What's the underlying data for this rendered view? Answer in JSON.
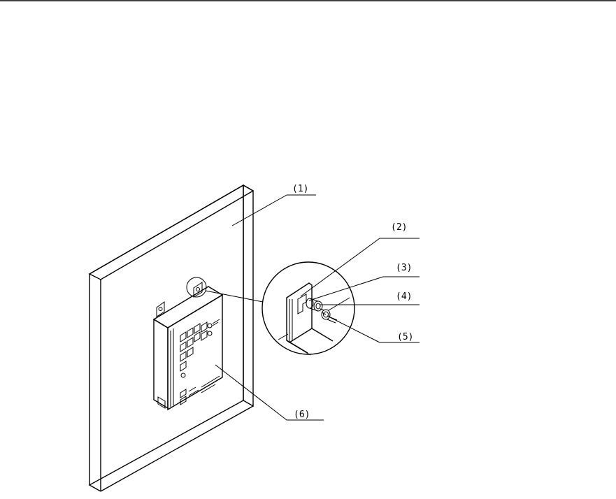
{
  "labels": {
    "l1": "(1)",
    "l2": "(2)",
    "l3": "(3)",
    "l4": "(4)",
    "l5": "(5)",
    "l6": "(6)"
  },
  "colors": {
    "line": "#000000",
    "background": "#ffffff"
  }
}
